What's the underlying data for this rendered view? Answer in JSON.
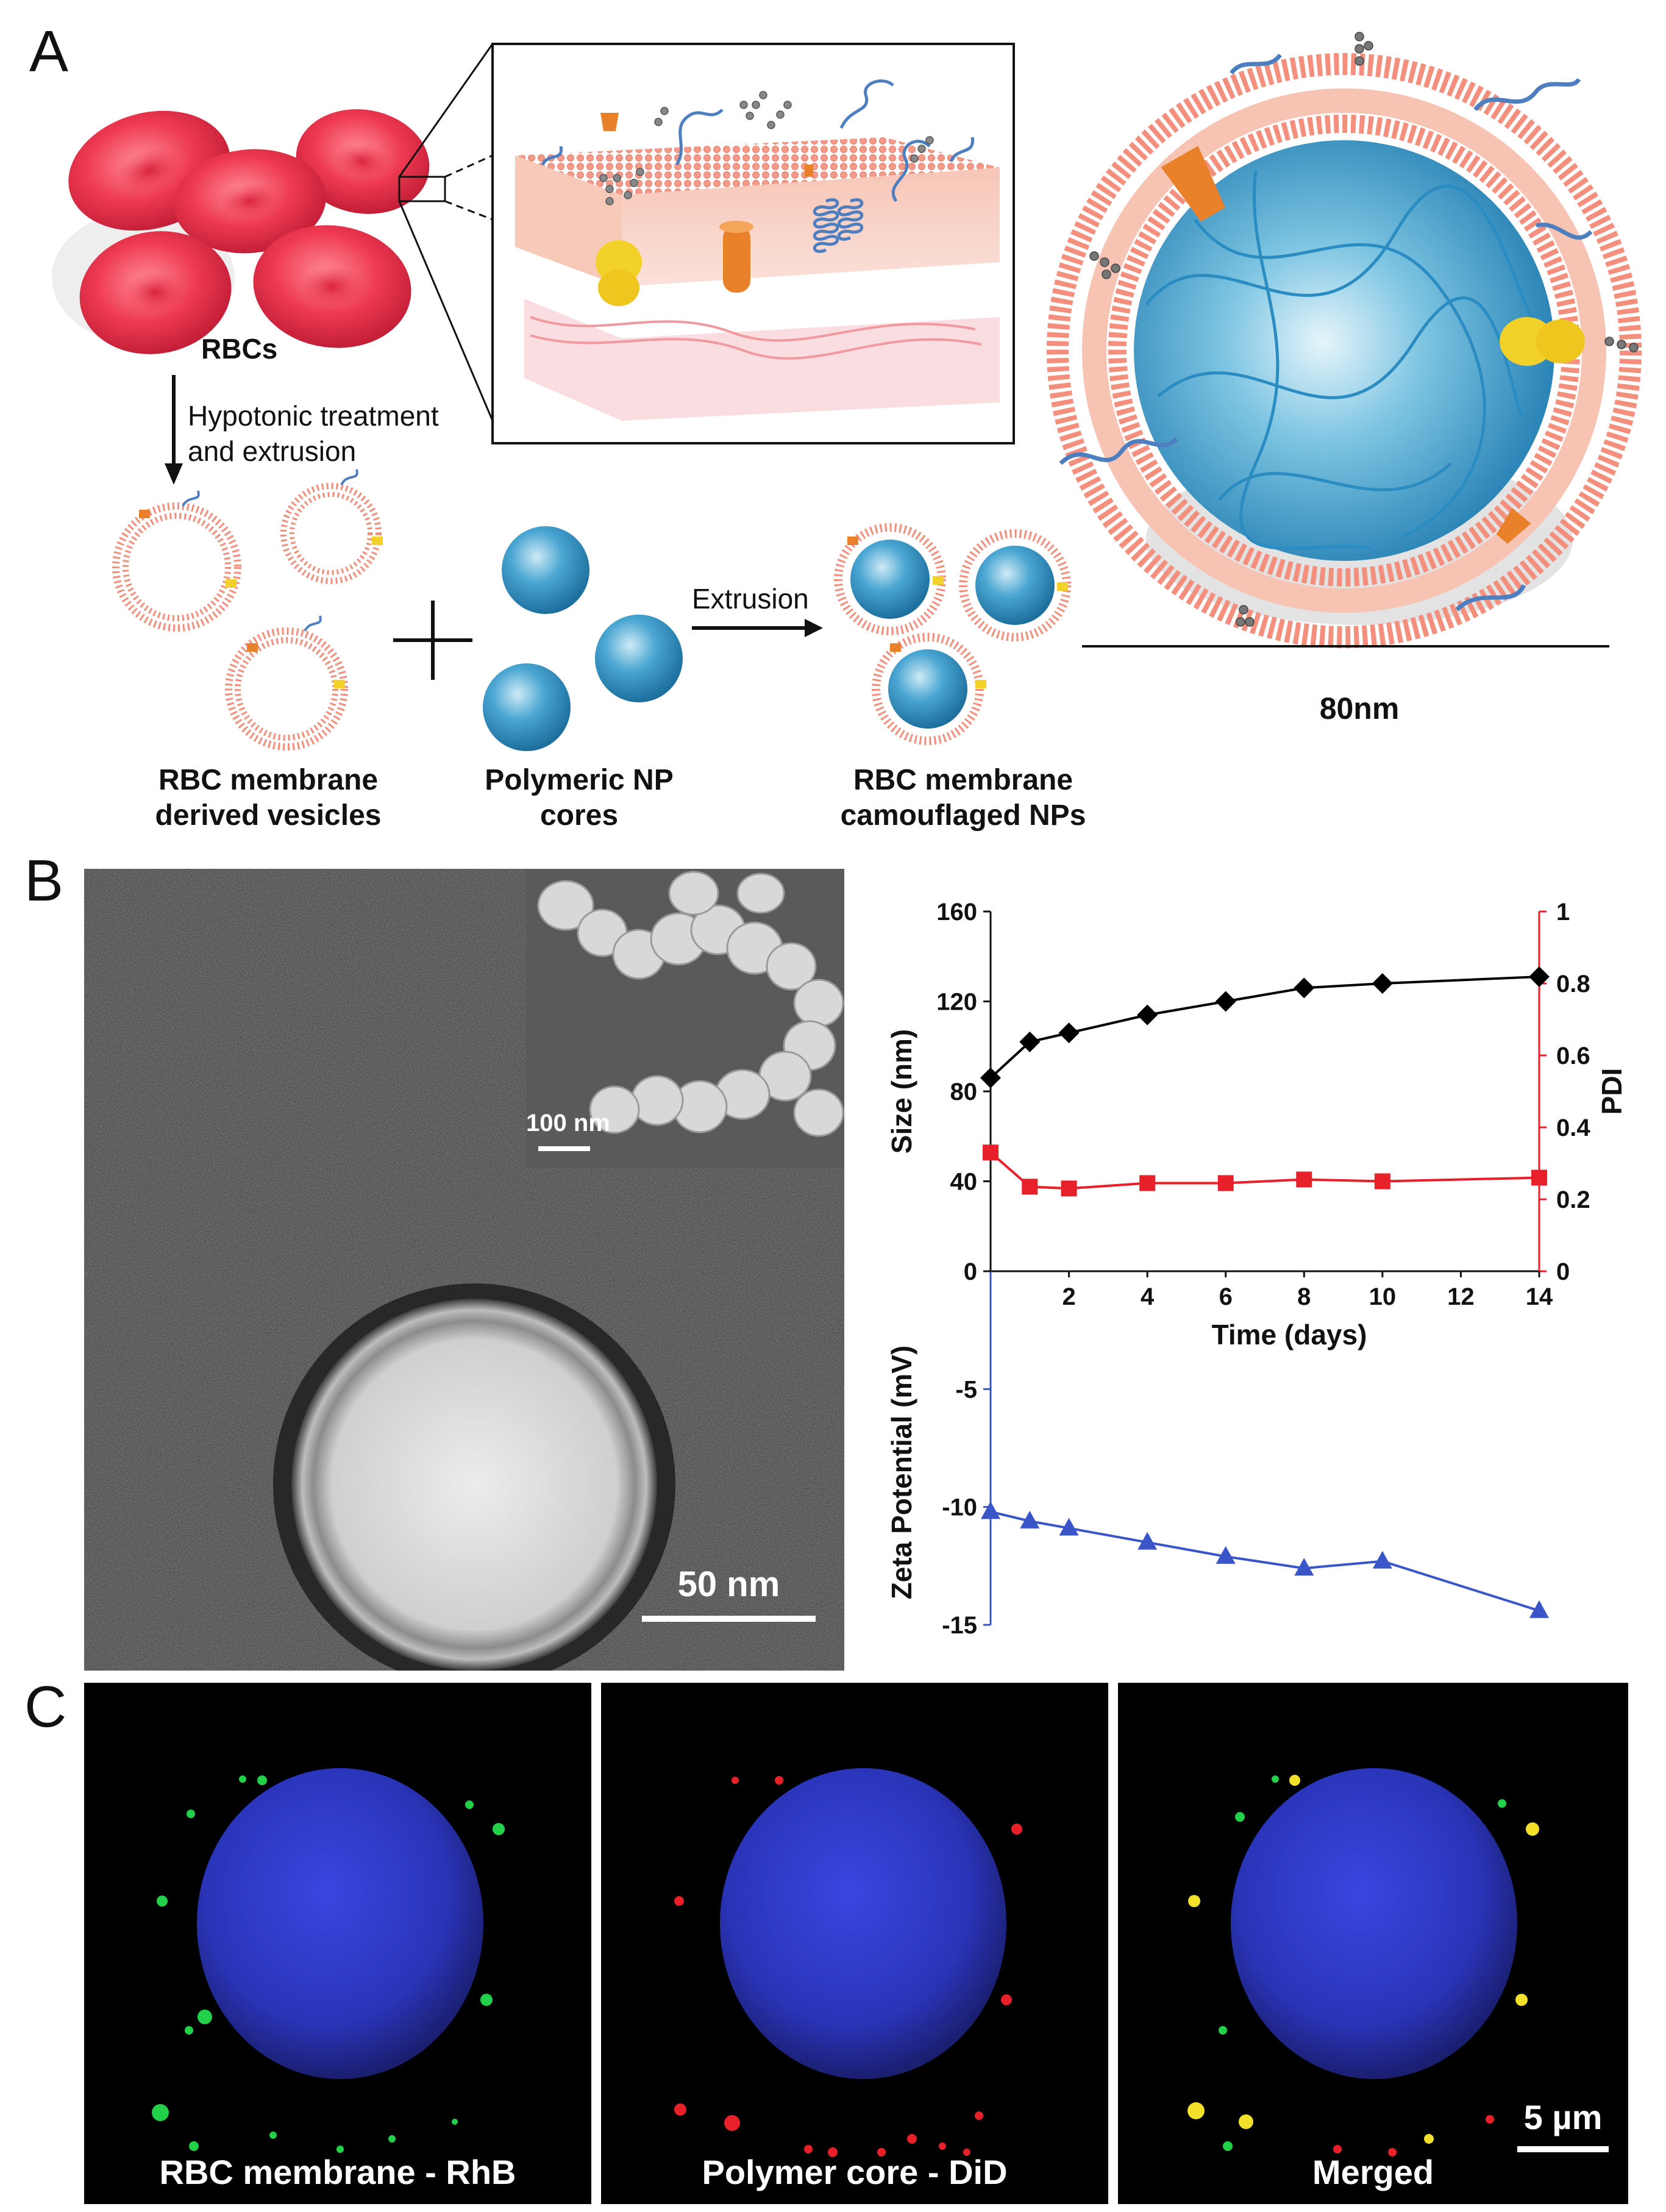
{
  "panels": {
    "a": "A",
    "b": "B",
    "c": "C"
  },
  "panel_a": {
    "rbcs_label": "RBCs",
    "step1_line1": "Hypotonic treatment",
    "step1_line2": "and extrusion",
    "vesicles_line1": "RBC membrane",
    "vesicles_line2": "derived vesicles",
    "cores_line1": "Polymeric NP",
    "cores_line2": "cores",
    "extrusion_label": "Extrusion",
    "camo_line1": "RBC membrane",
    "camo_line2": "camouflaged NPs",
    "size_label": "80nm",
    "colors": {
      "rbc": "#e8384f",
      "membrane": "#f4a090",
      "core": "#3a9ac8",
      "protein_orange": "#e8812a",
      "protein_yellow": "#f2d22a",
      "glycan": "#4c7ec0"
    }
  },
  "panel_b": {
    "tem_scale": "50 nm",
    "sem_scale": "100 nm"
  },
  "chart_data": {
    "type": "line",
    "x": [
      0,
      1,
      2,
      4,
      6,
      8,
      10,
      14
    ],
    "xlabel": "Time (days)",
    "x_ticks": [
      "2",
      "4",
      "6",
      "8",
      "10",
      "12",
      "14"
    ],
    "xlim": [
      0,
      14
    ],
    "top_plot": {
      "ylabel_left": "Size (nm)",
      "ylabel_right": "PDI",
      "ylim_left": [
        0,
        160
      ],
      "ylim_right": [
        0,
        1
      ],
      "y_ticks_left": [
        "0",
        "40",
        "80",
        "120",
        "160"
      ],
      "y_ticks_right": [
        "0",
        "0.2",
        "0.4",
        "0.6",
        "0.8",
        "1"
      ],
      "series": [
        {
          "axis": "left",
          "marker": "diamond",
          "color": "#000000",
          "values": [
            86,
            102,
            106,
            114,
            120,
            126,
            128,
            131
          ]
        },
        {
          "axis": "right",
          "marker": "square",
          "color": "#e8202a",
          "values": [
            0.33,
            0.235,
            0.23,
            0.245,
            0.245,
            0.255,
            0.25,
            0.26
          ]
        }
      ]
    },
    "bottom_plot": {
      "ylabel": "Zeta Potential (mV)",
      "ylim": [
        -15,
        0
      ],
      "y_ticks": [
        "-5",
        "-10",
        "-15"
      ],
      "series": [
        {
          "marker": "triangle",
          "color": "#3a55c8",
          "values": [
            -10.2,
            -10.6,
            -10.9,
            -11.5,
            -12.1,
            -12.6,
            -12.3,
            -14.4
          ]
        }
      ]
    }
  },
  "panel_c": {
    "label_1": "RBC membrane - RhB",
    "label_2": "Polymer core - DiD",
    "label_3": "Merged",
    "scale": "5 µm",
    "colors": {
      "nucleus": "#3038c8",
      "membrane_dye": "#22d04a",
      "core_dye": "#e8202a",
      "merged": "#f2e02a"
    }
  }
}
